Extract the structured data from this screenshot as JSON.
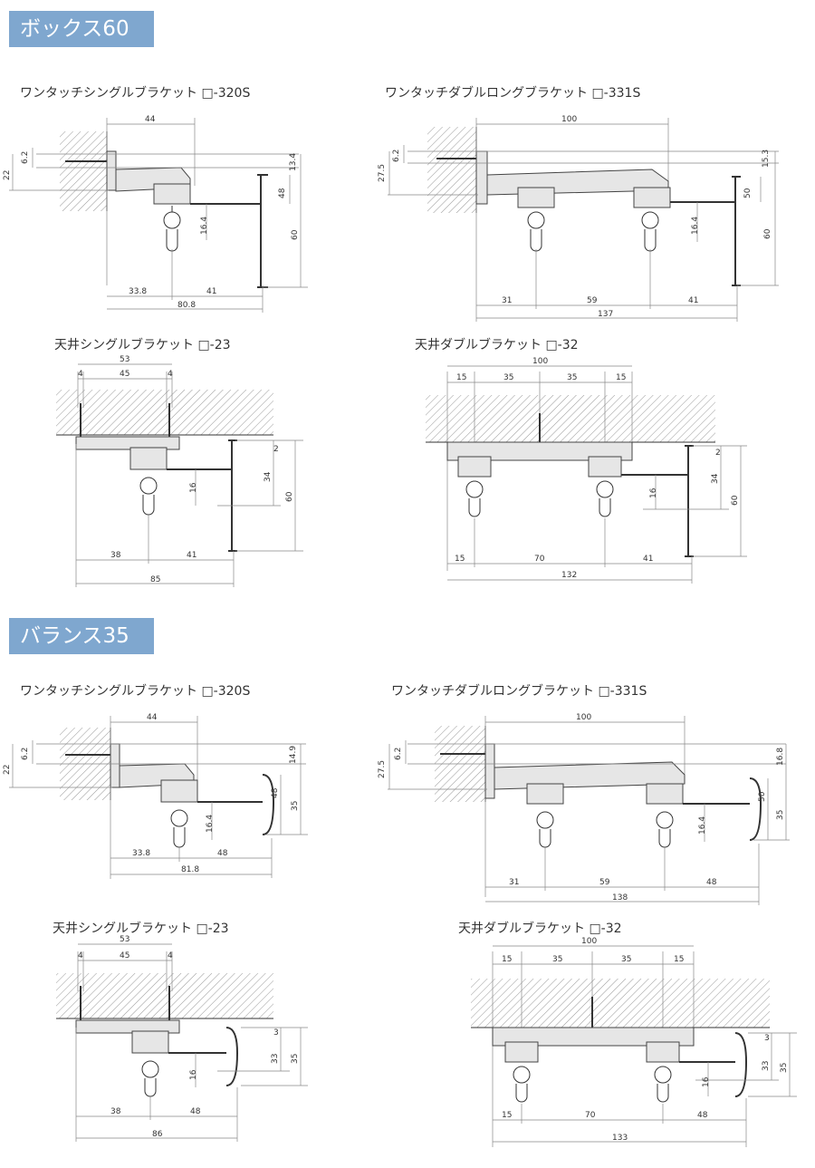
{
  "sections": [
    {
      "id": "box60",
      "title": "ボックス60",
      "diagrams": [
        {
          "caption": "ワンタッチシングルブラケット □-320S",
          "dims": {
            "top_width": "44",
            "left_h1": "6.2",
            "left_h2": "22",
            "right_top": "13.4",
            "right_mid": "48",
            "right_full": "60",
            "inner_v": "16.4",
            "bottom_left": "33.8",
            "bottom_right": "41",
            "bottom_total": "80.8"
          }
        },
        {
          "caption": "ワンタッチダブルロングブラケット □-331S",
          "dims": {
            "top_width": "100",
            "left_h1": "6.2",
            "left_h2": "27.5",
            "right_top": "15.3",
            "right_mid": "50",
            "right_full": "60",
            "inner_v": "16.4",
            "bottom_a": "31",
            "bottom_b": "59",
            "bottom_c": "41",
            "bottom_total": "137"
          }
        },
        {
          "caption": "天井シングルブラケット □-23",
          "dims": {
            "top_width": "53",
            "top_a": "4",
            "top_b": "45",
            "top_c": "4",
            "right_top": "2",
            "right_mid": "34",
            "right_full": "60",
            "inner_v": "16",
            "bottom_left": "38",
            "bottom_right": "41",
            "bottom_total": "85"
          }
        },
        {
          "caption": "天井ダブルブラケット □-32",
          "dims": {
            "top_width": "100",
            "top_a": "15",
            "top_b": "35",
            "top_c": "35",
            "top_d": "15",
            "right_top": "2",
            "right_mid": "34",
            "right_full": "60",
            "inner_v": "16",
            "bottom_a": "15",
            "bottom_b": "70",
            "bottom_c": "41",
            "bottom_total": "132"
          }
        }
      ]
    },
    {
      "id": "valance35",
      "title": "バランス35",
      "diagrams": [
        {
          "caption": "ワンタッチシングルブラケット □-320S",
          "dims": {
            "top_width": "44",
            "left_h1": "6.2",
            "left_h2": "22",
            "right_top": "14.9",
            "right_mid": "48",
            "right_full": "35",
            "inner_v": "16.4",
            "bottom_left": "33.8",
            "bottom_right": "48",
            "bottom_total": "81.8"
          }
        },
        {
          "caption": "ワンタッチダブルロングブラケット □-331S",
          "dims": {
            "top_width": "100",
            "left_h1": "6.2",
            "left_h2": "27.5",
            "right_top": "16.8",
            "right_mid": "50",
            "right_full": "35",
            "inner_v": "16.4",
            "bottom_a": "31",
            "bottom_b": "59",
            "bottom_c": "48",
            "bottom_total": "138"
          }
        },
        {
          "caption": "天井シングルブラケット □-23",
          "dims": {
            "top_width": "53",
            "top_a": "4",
            "top_b": "45",
            "top_c": "4",
            "right_top": "3",
            "right_mid": "33",
            "right_full": "35",
            "inner_v": "16",
            "bottom_left": "38",
            "bottom_right": "48",
            "bottom_total": "86"
          }
        },
        {
          "caption": "天井ダブルブラケット □-32",
          "dims": {
            "top_width": "100",
            "top_a": "15",
            "top_b": "35",
            "top_c": "35",
            "top_d": "15",
            "right_top": "3",
            "right_mid": "33",
            "right_full": "35",
            "inner_v": "16",
            "bottom_a": "15",
            "bottom_b": "70",
            "bottom_c": "48",
            "bottom_total": "133"
          }
        }
      ]
    }
  ],
  "colors": {
    "tab_bg": "#7fa7cf",
    "tab_text": "#ffffff",
    "line": "#333333"
  }
}
